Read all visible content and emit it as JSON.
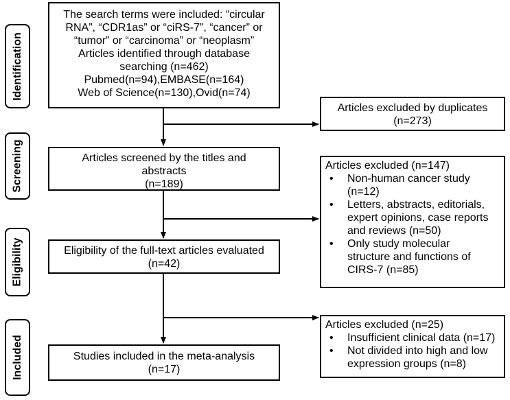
{
  "stages": [
    {
      "id": "identification",
      "label": "Identification"
    },
    {
      "id": "screening",
      "label": "Screening"
    },
    {
      "id": "eligibility",
      "label": "Eligibility"
    },
    {
      "id": "included",
      "label": "Included"
    }
  ],
  "identification_box": {
    "lines": [
      "The search terms were included: “circular",
      "RNA”, “CDR1as” or “ciRS-7”, “cancer” or",
      "“tumor” or “carcinoma” or “neoplasm”",
      "Articles identified through database",
      "searching (n=462)",
      "Pubmed(n=94),EMBASE(n=164)",
      "Web of Science(n=130),Ovid(n=74)"
    ]
  },
  "duplicates_box": {
    "lines": [
      "Articles excluded by duplicates",
      "(n=273)"
    ]
  },
  "screening_box": {
    "lines": [
      "Articles screened by the titles and",
      "abstracts",
      "(n=189)"
    ]
  },
  "excluded_147_box": {
    "heading": "Articles excluded (n=147)",
    "items": [
      {
        "lines": [
          "Non-human cancer study",
          "(n=12)"
        ]
      },
      {
        "lines": [
          "Letters, abstracts, editorials,",
          "expert opinions, case reports",
          "and reviews (n=50)"
        ]
      },
      {
        "lines": [
          "Only study molecular",
          "structure and functions of",
          "CIRS-7 (n=85)"
        ]
      }
    ]
  },
  "eligibility_box": {
    "lines": [
      "Eligibility of the full-text articles evaluated",
      "(n=42)"
    ]
  },
  "excluded_25_box": {
    "heading": "Articles excluded (n=25)",
    "items": [
      {
        "lines": [
          "Insufficient clinical data (n=17)"
        ]
      },
      {
        "lines": [
          "Not divided into high and low",
          "expression groups (n=8)"
        ]
      }
    ]
  },
  "included_box": {
    "lines": [
      "Studies included in the meta-analysis",
      "(n=17)"
    ]
  },
  "bullet_symbol": "•"
}
